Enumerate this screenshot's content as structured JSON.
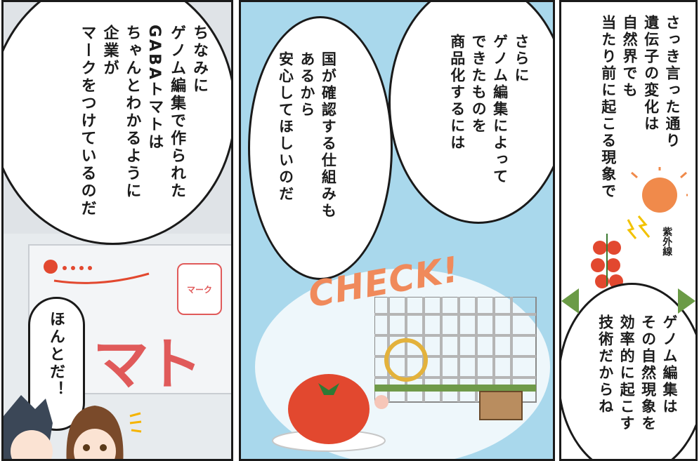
{
  "panels": {
    "left": {
      "caption_lines": [
        "ちなみに",
        "ゲノム編集で作られた",
        "GABAトマトは",
        "ちゃんとわかるように",
        "企業が",
        "マークをつけているのだ"
      ],
      "reaction": "ほんとだ！",
      "box_label": "マーク",
      "box_title": "マト"
    },
    "middle": {
      "bubble_top_lines": [
        "さらに",
        "ゲノム編集によって",
        "できたものを",
        "商品化するには"
      ],
      "bubble_bottom_lines": [
        "国が確認する仕組みも",
        "あるから",
        "安心してほしいのだ"
      ],
      "sfx": "CHECK!"
    },
    "right": {
      "top_lines": [
        "さっき言った通り",
        "遺伝子の変化は",
        "自然界でも",
        "当たり前に起こる現象で"
      ],
      "uv_label": "紫外線",
      "bottom_lines": [
        "ゲノム編集は",
        "その自然現象を",
        "効率的に起こす",
        "技術だからね"
      ]
    }
  },
  "colors": {
    "tomato": "#e2482f",
    "sky": "#a9d8ec",
    "sun": "#f08a4b",
    "mark_red": "#e05a5a",
    "ink": "#1c1c1c"
  }
}
